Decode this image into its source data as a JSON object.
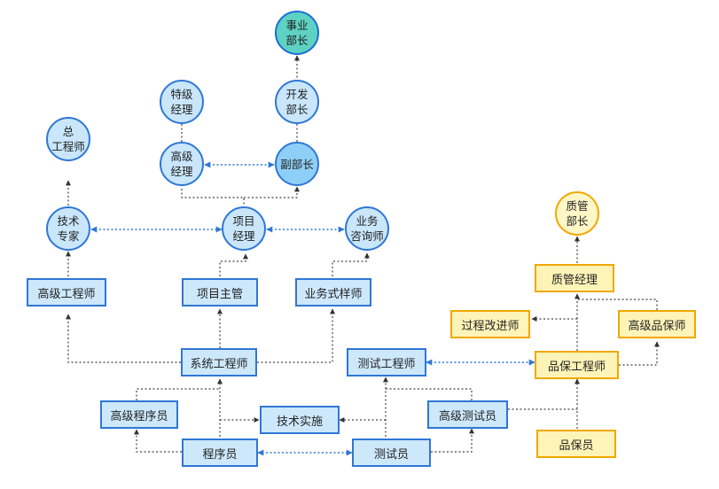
{
  "colors": {
    "blue": "#2f77d6",
    "blue_fill": "#cde8fb",
    "gold": "#f1a800",
    "gold_fill": "#fff4b8",
    "teal": "#5ed2c2"
  },
  "nodes": {
    "shiye_buzhang": "事业\n部长",
    "kaifa_buzhang": "开发\n部长",
    "fu_buzhang": "副部长",
    "teji_jingli": "特级\n经理",
    "gaoji_jingli": "高级\n经理",
    "zong_gongchengshi": "总\n工程师",
    "jishu_zhuanjia": "技术\n专家",
    "xiangmu_jingli": "项目\n经理",
    "yewu_zixunshi": "业务\n咨询师",
    "zhiguan_buzhang": "质管\n部长",
    "gaoji_gongchengshi": "高级工程师",
    "xiangmu_zhuguan": "项目主管",
    "yewu_shiyangshi": "业务式样师",
    "zhiguan_jingli": "质管经理",
    "guocheng_gaijinshi": "过程改进师",
    "gaoji_pinbaoshi": "高级品保师",
    "xitong_gongchengshi": "系统工程师",
    "ceshi_gongchengshi": "测试工程师",
    "pinbao_gongchengshi": "品保工程师",
    "gaoji_chengxuyuan": "高级程序员",
    "jishu_shishi": "技术实施",
    "gaoji_ceshiyuan": "高级测试员",
    "chengxuyuan": "程序员",
    "ceshiyuan": "测试员",
    "pinbaoyuan": "品保员"
  }
}
